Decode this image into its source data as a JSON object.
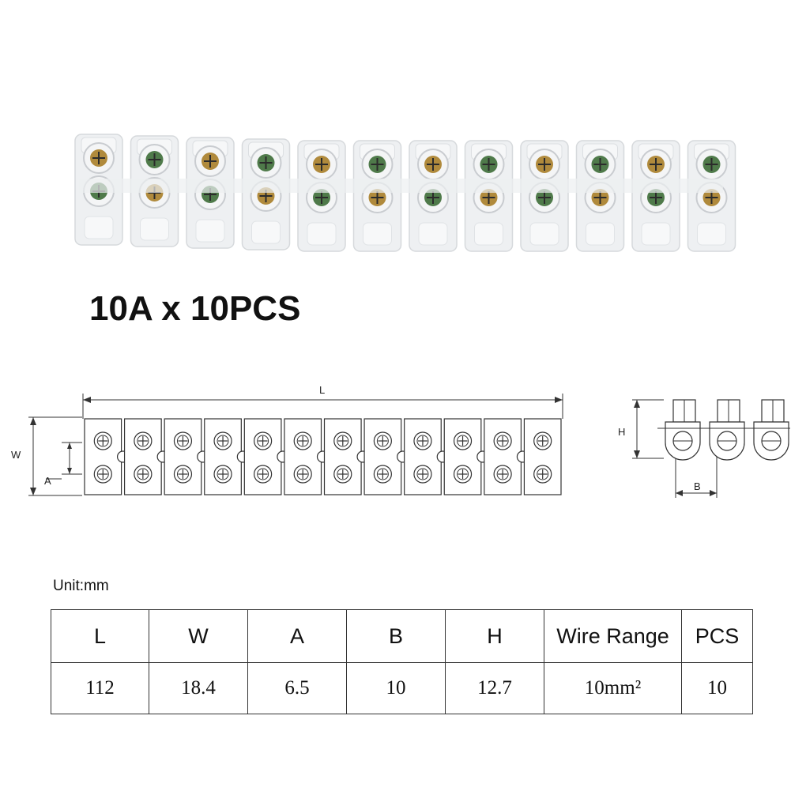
{
  "headline": "10A x 10PCS",
  "photo": {
    "terminal_count": 12,
    "subject": "terminal-block-strip"
  },
  "diagram": {
    "front_labels": {
      "length": "L",
      "width": "W",
      "pitch": "A"
    },
    "side_labels": {
      "height": "H",
      "spacing": "B"
    },
    "front_positions": 12,
    "side_positions": 3
  },
  "unit_label": "Unit:mm",
  "table": {
    "headers": [
      "L",
      "W",
      "A",
      "B",
      "H",
      "Wire Range",
      "PCS"
    ],
    "values": [
      "112",
      "18.4",
      "6.5",
      "10",
      "12.7",
      "10mm²",
      "10"
    ]
  },
  "colors": {
    "plastic": "#eef0f2",
    "screw_brass": "#b08a3c",
    "screw_green": "#4f7a4a",
    "line": "#333333"
  }
}
